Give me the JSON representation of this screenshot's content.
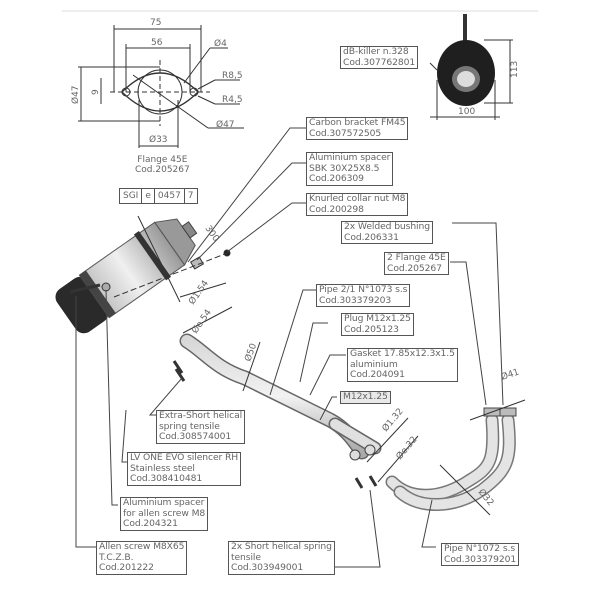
{
  "flange": {
    "name": "Flange 45E",
    "code": "Cod.205267",
    "dims": {
      "width_outer": "75",
      "width_holes": "56",
      "hole_dia": "Ø4",
      "r_outer": "R8,5",
      "r_inner": "R4,5",
      "bore": "Ø47",
      "height": "Ø47",
      "inner": "Ø33",
      "small": "9"
    }
  },
  "db_killer": {
    "line1": "dB-killer n.328",
    "line2": "Cod.307762801",
    "dim_height": "113",
    "dim_width": "100"
  },
  "homologation": {
    "brand": "SGI",
    "mark": "e",
    "number": "0457",
    "circle": "7"
  },
  "dimensions": {
    "silencer_length": "300",
    "outlet_dia": "Ø1.54",
    "outlet_ext": "Øe.54",
    "pipe_dia": "Ø50",
    "split_dia": "Ø1.32",
    "split_ext": "Øe.32",
    "header_dia": "Ø41",
    "header_bend": "Ø32"
  },
  "labels": [
    {
      "id": "carbon-bracket",
      "lines": [
        "Carbon bracket FM45",
        "Cod.307572505"
      ]
    },
    {
      "id": "aluminium-spacer-sbk",
      "lines": [
        "Aluminium spacer",
        "SBK 30X25X8.5",
        "Cod.206309"
      ]
    },
    {
      "id": "knurled-collar-nut",
      "lines": [
        "Knurled collar nut M8",
        "Cod.200298"
      ]
    },
    {
      "id": "welded-bushing",
      "lines": [
        "2x Welded bushing",
        "Cod.206331"
      ]
    },
    {
      "id": "flange-2x",
      "lines": [
        "2 Flange 45E",
        "Cod.205267"
      ]
    },
    {
      "id": "pipe-2-1",
      "lines": [
        "Pipe 2/1 N°1073 s.s",
        "Cod.303379203"
      ]
    },
    {
      "id": "plug",
      "lines": [
        "Plug M12x1.25",
        "Cod.205123"
      ]
    },
    {
      "id": "gasket",
      "lines": [
        "Gasket 17.85x12.3x1.5",
        "aluminium",
        "Cod.204091"
      ]
    },
    {
      "id": "thread",
      "lines": [
        "M12x1.25"
      ]
    },
    {
      "id": "extra-short-spring",
      "lines": [
        "Extra-Short helical",
        "spring tensile",
        "Cod.308574001"
      ]
    },
    {
      "id": "silencer",
      "lines": [
        "LV ONE EVO silencer RH",
        "Stainless steel",
        "Cod.308410481"
      ]
    },
    {
      "id": "aluminium-spacer-allen",
      "lines": [
        "Aluminium spacer",
        "for allen screw M8",
        "Cod.204321"
      ]
    },
    {
      "id": "allen-screw",
      "lines": [
        "Allen screw M8X65",
        "T.C.Z.B.",
        "Cod.201222"
      ]
    },
    {
      "id": "short-spring",
      "lines": [
        "2x Short helical spring",
        "tensile",
        "Cod.303949001"
      ]
    },
    {
      "id": "pipe-1072",
      "lines": [
        "Pipe N°1072 s.s",
        "Cod.303379201"
      ]
    }
  ]
}
